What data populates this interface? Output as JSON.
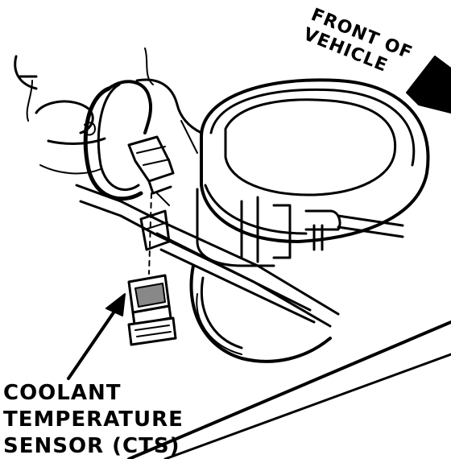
{
  "labels": {
    "sensor_line1": "COOLANT",
    "sensor_line2": "TEMPERATURE",
    "sensor_line3": "SENSOR (CTS)",
    "front_line1": "FRONT OF",
    "front_line2": "VEHICLE"
  },
  "colors": {
    "ink": "#000000",
    "paper": "#ffffff"
  }
}
